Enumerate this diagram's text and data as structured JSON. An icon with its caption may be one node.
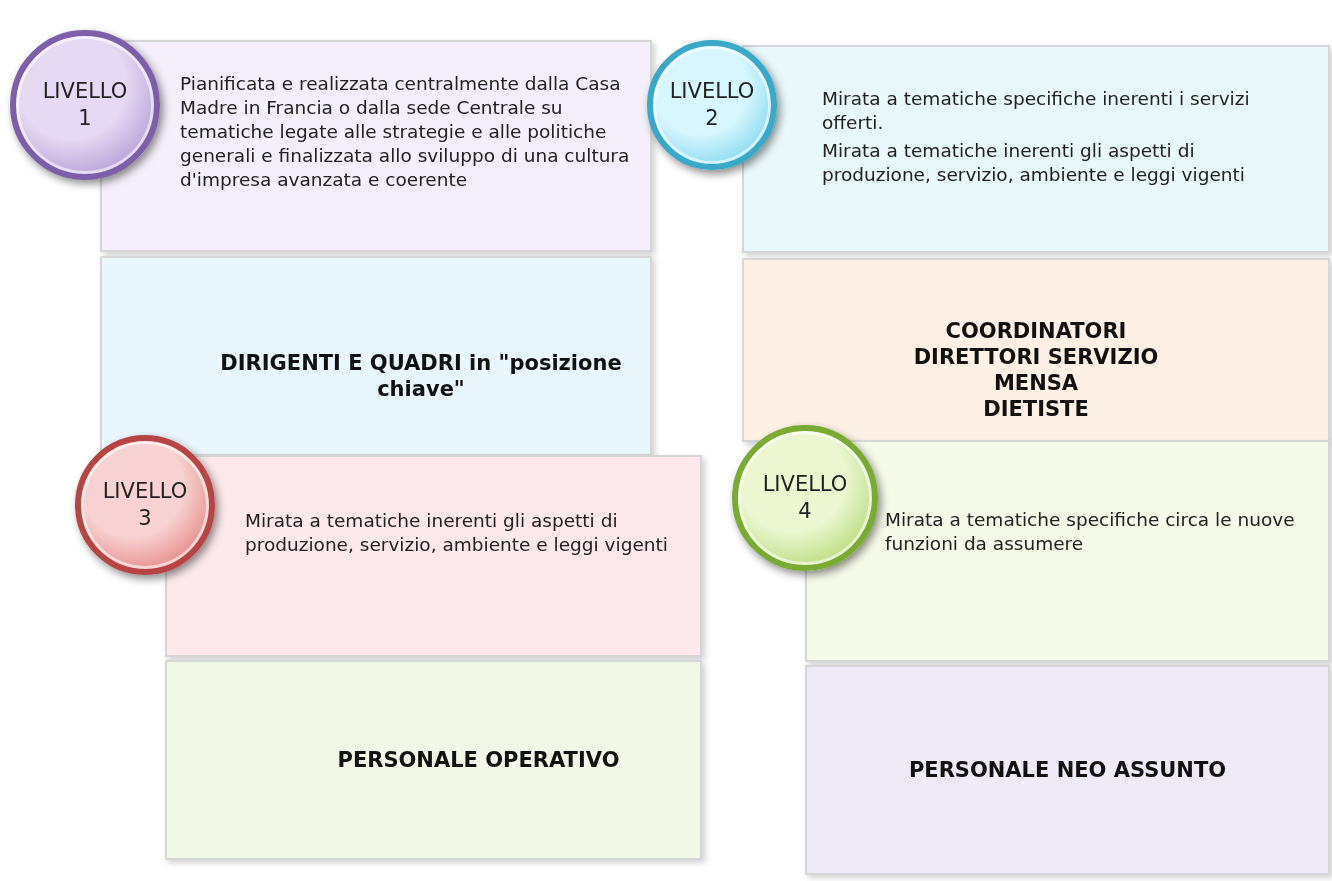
{
  "diagram": {
    "nodes": [
      {
        "text": [
          "LIVELLO 1"
        ]
      },
      {
        "text": [
          "Pianificata e realizzata centralmente dalla Casa Madre in Francia o dalla sede Centrale su tematiche legate alle strategie e alle politiche generali e finalizzata allo sviluppo di una cultura d'impresa avanzata e coerente"
        ]
      },
      {
        "text": [
          "DIRIGENTI  E QUADRI in \"posizione chiave\""
        ]
      },
      {
        "text": [
          "LIVELLO 2"
        ]
      },
      {
        "text": [
          "Mirata a tematiche specifiche inerenti i servizi offerti.",
          "Mirata a tematiche inerenti gli aspetti di produzione, servizio, ambiente e leggi vigenti"
        ]
      },
      {
        "text": [
          "COORDINATORI",
          "DIRETTORI SERVIZIO",
          "MENSA",
          "DIETISTE"
        ]
      },
      {
        "text": [
          "LIVELLO 3"
        ]
      },
      {
        "text": [
          "Mirata a tematiche inerenti gli aspetti di produzione, servizio, ambiente e leggi vigenti"
        ]
      },
      {
        "text": [
          "PERSONALE OPERATIVO"
        ]
      },
      {
        "text": [
          "LIVELLO 4"
        ]
      },
      {
        "text": [
          "Mirata a tematiche specifiche circa le nuove funzioni da assumere"
        ]
      },
      {
        "text": [
          "PERSONALE NEO ASSUNTO"
        ]
      }
    ]
  }
}
